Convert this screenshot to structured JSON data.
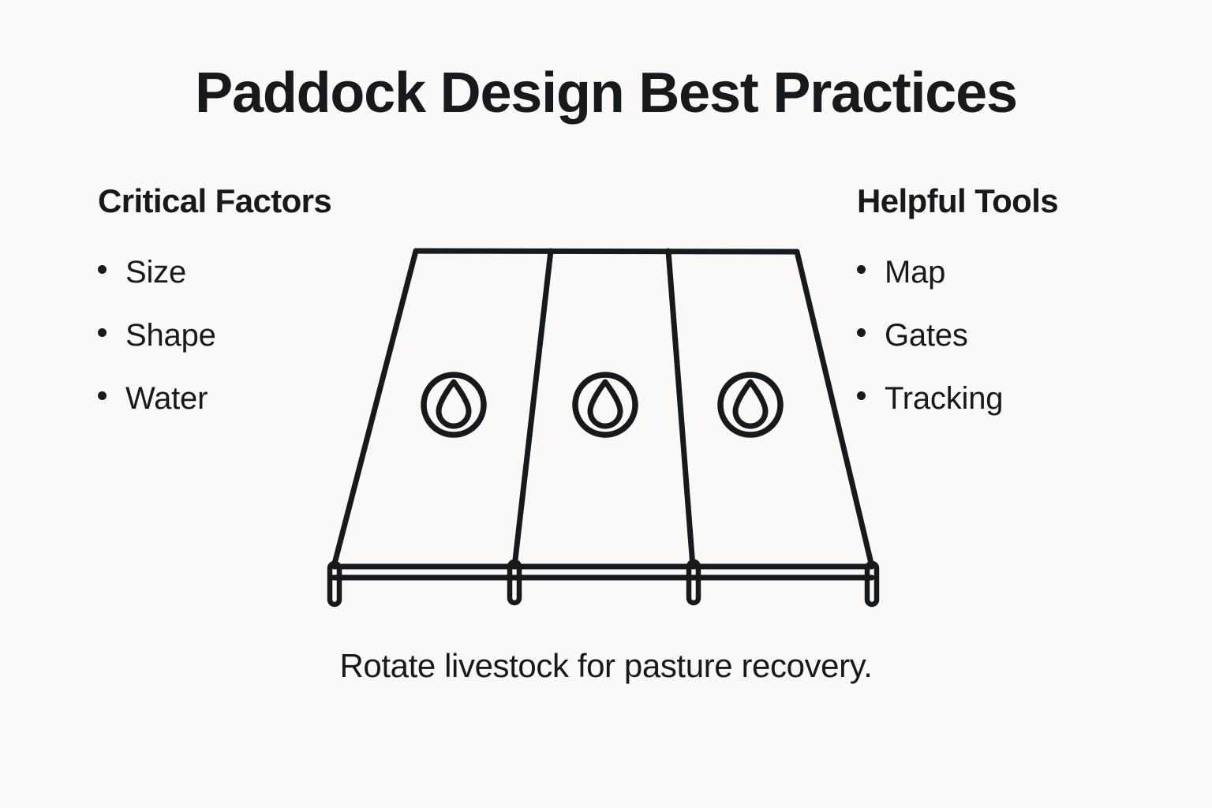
{
  "page": {
    "title": "Paddock Design Best Practices",
    "background_color": "#FAF9F7",
    "ink_color": "#17191C"
  },
  "left_column": {
    "heading": "Critical Factors",
    "items": [
      {
        "label": "Size"
      },
      {
        "label": "Shape"
      },
      {
        "label": "Water"
      }
    ]
  },
  "right_column": {
    "heading": "Helpful Tools",
    "items": [
      {
        "label": "Map"
      },
      {
        "label": "Gates"
      },
      {
        "label": "Tracking"
      }
    ]
  },
  "diagram": {
    "name": "paddock-layout-diagram",
    "shape": "trapezoid-divided-into-three-paddocks",
    "paddock_count": 3,
    "water_points": [
      {
        "name": "water-point-1",
        "icon": "water-drop-icon"
      },
      {
        "name": "water-point-2",
        "icon": "water-drop-icon"
      },
      {
        "name": "water-point-3",
        "icon": "water-drop-icon"
      }
    ],
    "fence": {
      "name": "fence-line",
      "post_count": 4
    }
  },
  "caption": "Rotate livestock for pasture recovery."
}
